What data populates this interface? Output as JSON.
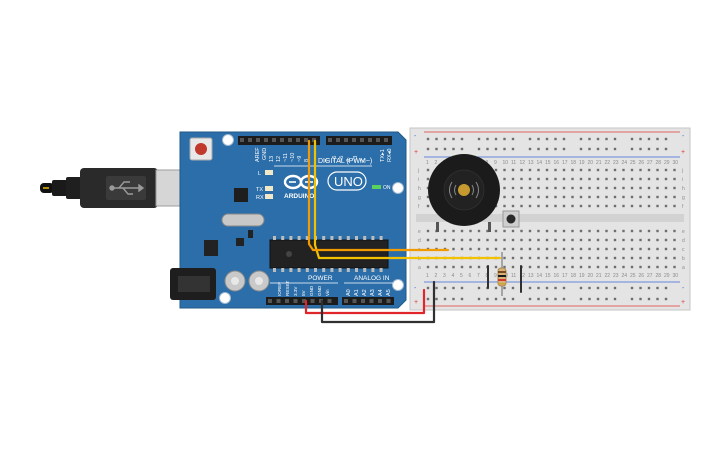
{
  "arduino": {
    "brand": "ARDUINO",
    "model": "UNO",
    "digital_label": "DIGITAL (PWM~)",
    "power_label": "POWER",
    "analog_label": "ANALOG IN",
    "on_label": "ON",
    "led_l": "L",
    "led_tx": "TX",
    "led_rx": "RX",
    "aref": "AREF",
    "gnd": "GND",
    "tx_pin": "TX▸1",
    "rx_pin": "RX◂0",
    "digital_pins": [
      "13",
      "12",
      "~11",
      "~10",
      "~9",
      "8",
      "7",
      "~6",
      "~5",
      "4",
      "~3",
      "2"
    ],
    "power_pins": [
      "IOREF",
      "RESET",
      "3.3V",
      "5V",
      "GND",
      "GND",
      "Vin"
    ],
    "analog_pins": [
      "A0",
      "A1",
      "A2",
      "A3",
      "A4",
      "A5"
    ]
  },
  "breadboard": {
    "row_letters_top": [
      "j",
      "i",
      "h",
      "g",
      "f"
    ],
    "row_letters_bottom": [
      "e",
      "d",
      "c",
      "b",
      "a"
    ],
    "plus": "+",
    "minus": "-"
  },
  "colors": {
    "board": "#2b6ea9",
    "wire_yellow": "#f2c200",
    "wire_orange": "#f29b00",
    "wire_red": "#e0262b",
    "wire_black": "#303030",
    "rail_red": "#e23a3a",
    "rail_blue": "#3a6ad8"
  },
  "components": {
    "buzzer": "piezo-buzzer",
    "button": "pushbutton",
    "resistor": "resistor",
    "usb": "usb-cable"
  }
}
